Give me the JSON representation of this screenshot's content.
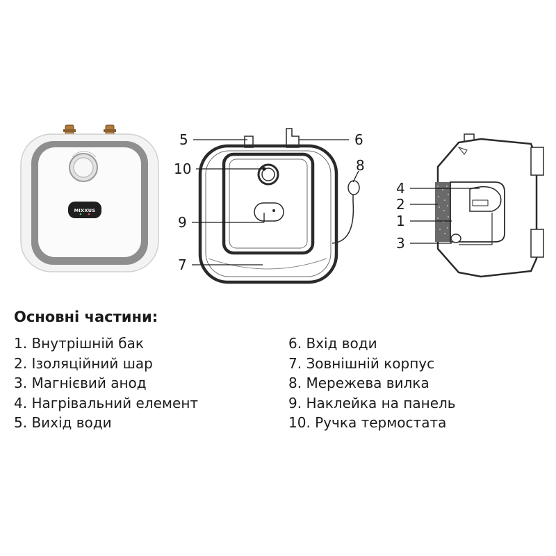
{
  "product": {
    "brand": "MIXXUS"
  },
  "callouts": {
    "front": [
      {
        "number": "5"
      },
      {
        "number": "6"
      },
      {
        "number": "10"
      },
      {
        "number": "8"
      },
      {
        "number": "9"
      },
      {
        "number": "7"
      }
    ],
    "side": [
      {
        "number": "4"
      },
      {
        "number": "2"
      },
      {
        "number": "1"
      },
      {
        "number": "3"
      }
    ]
  },
  "parts_list": {
    "title": "Основні частини:",
    "left": [
      "1. Внутрішній бак",
      "2. Ізоляційний шар",
      "3. Магнієвий анод",
      "4. Нагрівальний елемент",
      "5. Вихід води"
    ],
    "right": [
      "6. Вхід води",
      "7. Зовнішній корпус",
      "8. Мережева вилка",
      "9. Наклейка на панель",
      "10. Ручка термостата"
    ]
  }
}
